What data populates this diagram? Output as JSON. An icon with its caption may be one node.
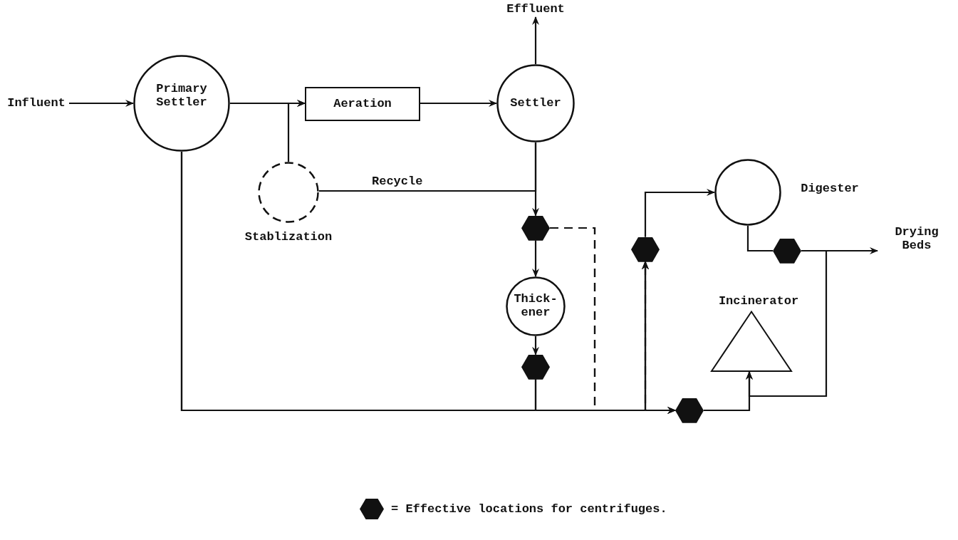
{
  "diagram": {
    "nodes": [
      {
        "text": [
          "Influent"
        ]
      },
      {
        "text": [
          "Primary Settler"
        ]
      },
      {
        "text": [
          "Aeration"
        ]
      },
      {
        "text": [
          "Settler"
        ]
      },
      {
        "text": [
          "Effluent"
        ]
      },
      {
        "text": [
          "Stablization"
        ]
      },
      {
        "text": [
          "Digester"
        ]
      },
      {
        "text": [
          "Drying Beds"
        ]
      },
      {
        "text": [
          "Thick- ener"
        ]
      },
      {
        "text": [
          "Incinerator"
        ]
      },
      {
        "text": [],
        "shape": "hexagon"
      },
      {
        "text": [],
        "shape": "hexagon"
      },
      {
        "text": [],
        "shape": "hexagon"
      },
      {
        "text": [],
        "shape": "hexagon"
      },
      {
        "text": [],
        "shape": "hexagon"
      }
    ],
    "edges": [
      {
        "from": 0,
        "to": 1,
        "arrow": "to"
      },
      {
        "from": 1,
        "to": 2,
        "arrow": "to"
      },
      {
        "from": 2,
        "to": 3,
        "arrow": "to"
      },
      {
        "from": 3,
        "to": 4,
        "arrow": "to"
      },
      {
        "from": 3,
        "to": 10,
        "arrow": "to"
      },
      {
        "from": 3,
        "to": 5,
        "arrow": "none",
        "label": "Recycle"
      },
      {
        "from": 5,
        "to": 2,
        "arrow": "to"
      },
      {
        "from": 10,
        "to": 8,
        "arrow": "to"
      },
      {
        "from": 10,
        "to": 14,
        "arrow": "to",
        "style": "dashed"
      },
      {
        "from": 10,
        "to": 12,
        "arrow": "to",
        "style": "dashed"
      },
      {
        "from": 8,
        "to": 11,
        "arrow": "to"
      },
      {
        "from": 11,
        "to": 14,
        "arrow": "to"
      },
      {
        "from": 11,
        "to": 12,
        "arrow": "to"
      },
      {
        "from": 1,
        "to": 14,
        "arrow": "to"
      },
      {
        "from": 1,
        "to": 12,
        "arrow": "to"
      },
      {
        "from": 12,
        "to": 6,
        "arrow": "to"
      },
      {
        "from": 6,
        "to": 13,
        "arrow": "none"
      },
      {
        "from": 13,
        "to": 7,
        "arrow": "to"
      },
      {
        "from": 13,
        "to": 9,
        "arrow": "to"
      },
      {
        "from": 14,
        "to": 9,
        "arrow": "to"
      }
    ],
    "legend": [
      {
        "text": "= Effective locations for centrifuges."
      }
    ]
  }
}
